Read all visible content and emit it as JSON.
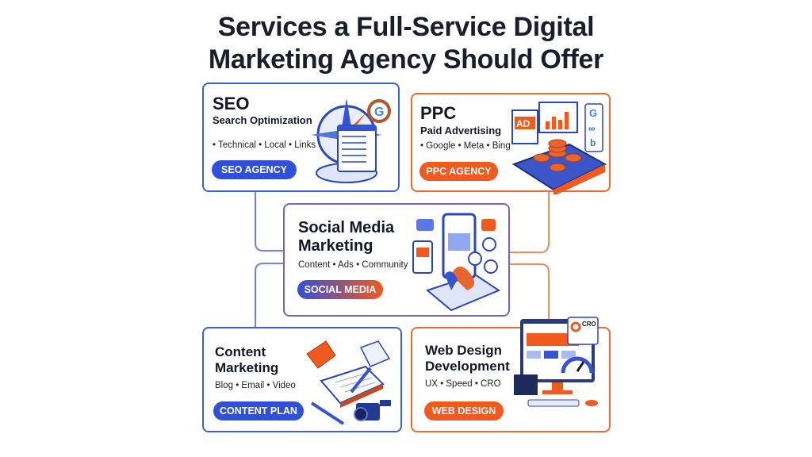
{
  "title": {
    "line1": "Services a Full-Service Digital",
    "line2": "Marketing Agency Should Offer"
  },
  "cards": {
    "seo": {
      "heading": "SEO",
      "subheading": "Search Optimization",
      "features": "• Technical • Local • Links",
      "button": "SEO AGENCY"
    },
    "ppc": {
      "heading": "PPC",
      "subheading": "Paid Advertising",
      "features": "• Google • Meta • Bing",
      "button": "PPC AGENCY",
      "ad_label": "AD"
    },
    "social": {
      "heading_line1": "Social Media",
      "heading_line2": "Marketing",
      "features": "Content • Ads • Community",
      "button": "SOCIAL MEDIA"
    },
    "content": {
      "heading_line1": "Content",
      "heading_line2": "Marketing",
      "features": "Blog • Email • Video",
      "button": "CONTENT PLAN"
    },
    "web": {
      "heading_line1": "Web Design",
      "heading_line2": "Development",
      "features": "UX • Speed • CRO",
      "button": "WEB DESIGN",
      "cro_label": "CRO"
    }
  },
  "colors": {
    "blue": "#3050d8",
    "orange": "#f05a1e",
    "dark": "#1a1d2b"
  }
}
